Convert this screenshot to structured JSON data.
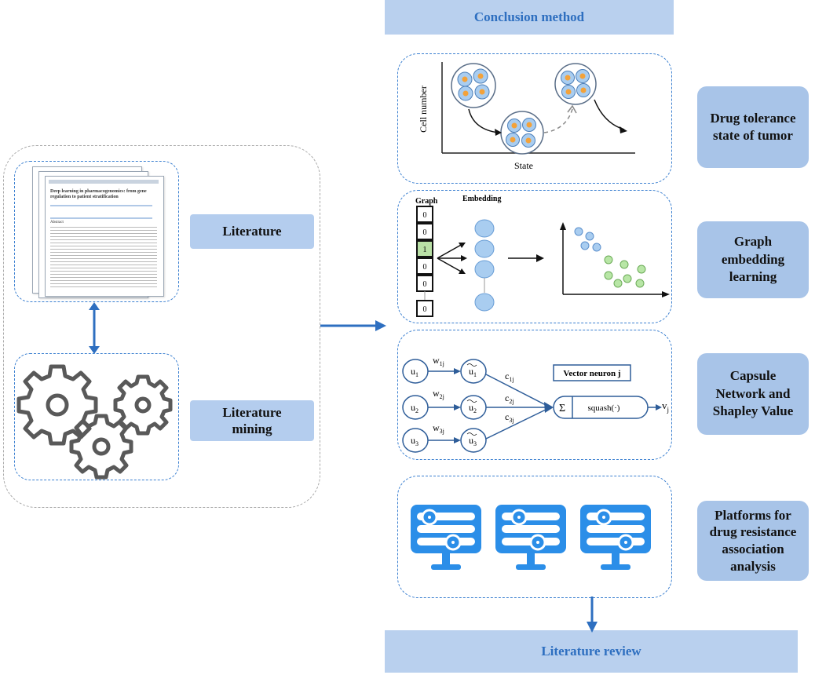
{
  "header": {
    "conclusion_method": "Conclusion method"
  },
  "footer": {
    "literature_review": "Literature review"
  },
  "left": {
    "literature_label": "Literature",
    "literature_mining_label": "Literature\nmining",
    "paper_title": "Deep learning in pharmacogenomics: from gene regulation to patient stratification",
    "paper_section": "Abstract"
  },
  "methods": [
    {
      "label": "Drug tolerance\nstate of tumor"
    },
    {
      "label": "Graph\nembedding\nlearning"
    },
    {
      "label": "Capsule\nNetwork and\nShapley Value"
    },
    {
      "label": "Platforms for\ndrug resistance\nassociation\nanalysis"
    }
  ],
  "tolerance_panel": {
    "ylabel": "Cell number",
    "xlabel": "State"
  },
  "embedding_panel": {
    "graph_title": "Graph",
    "embedding_title": "Embedding",
    "vector": [
      "0",
      "0",
      "1",
      "0",
      "0",
      "0"
    ]
  },
  "capsule_panel": {
    "inputs": [
      "u",
      "u",
      "u"
    ],
    "input_subs": [
      "1",
      "2",
      "3"
    ],
    "weights": [
      "w",
      "w",
      "w"
    ],
    "weight_subs": [
      "1j",
      "2j",
      "3j"
    ],
    "coupling": [
      "c",
      "c",
      "c"
    ],
    "coupling_subs": [
      "1j",
      "2j",
      "3j"
    ],
    "predictions": [
      "u",
      "u",
      "u"
    ],
    "neuron_title": "Vector neuron j",
    "sum_symbol": "Σ",
    "squash": "squash(·)",
    "output": "v",
    "output_sub": "j"
  },
  "colors": {
    "accent_blue": "#2e6fc0",
    "pill_blue": "#a8c4e8",
    "cluster_blue": "#a9cdf0",
    "cluster_green": "#b8e6a6",
    "monitor_blue": "#2b8ee8"
  }
}
